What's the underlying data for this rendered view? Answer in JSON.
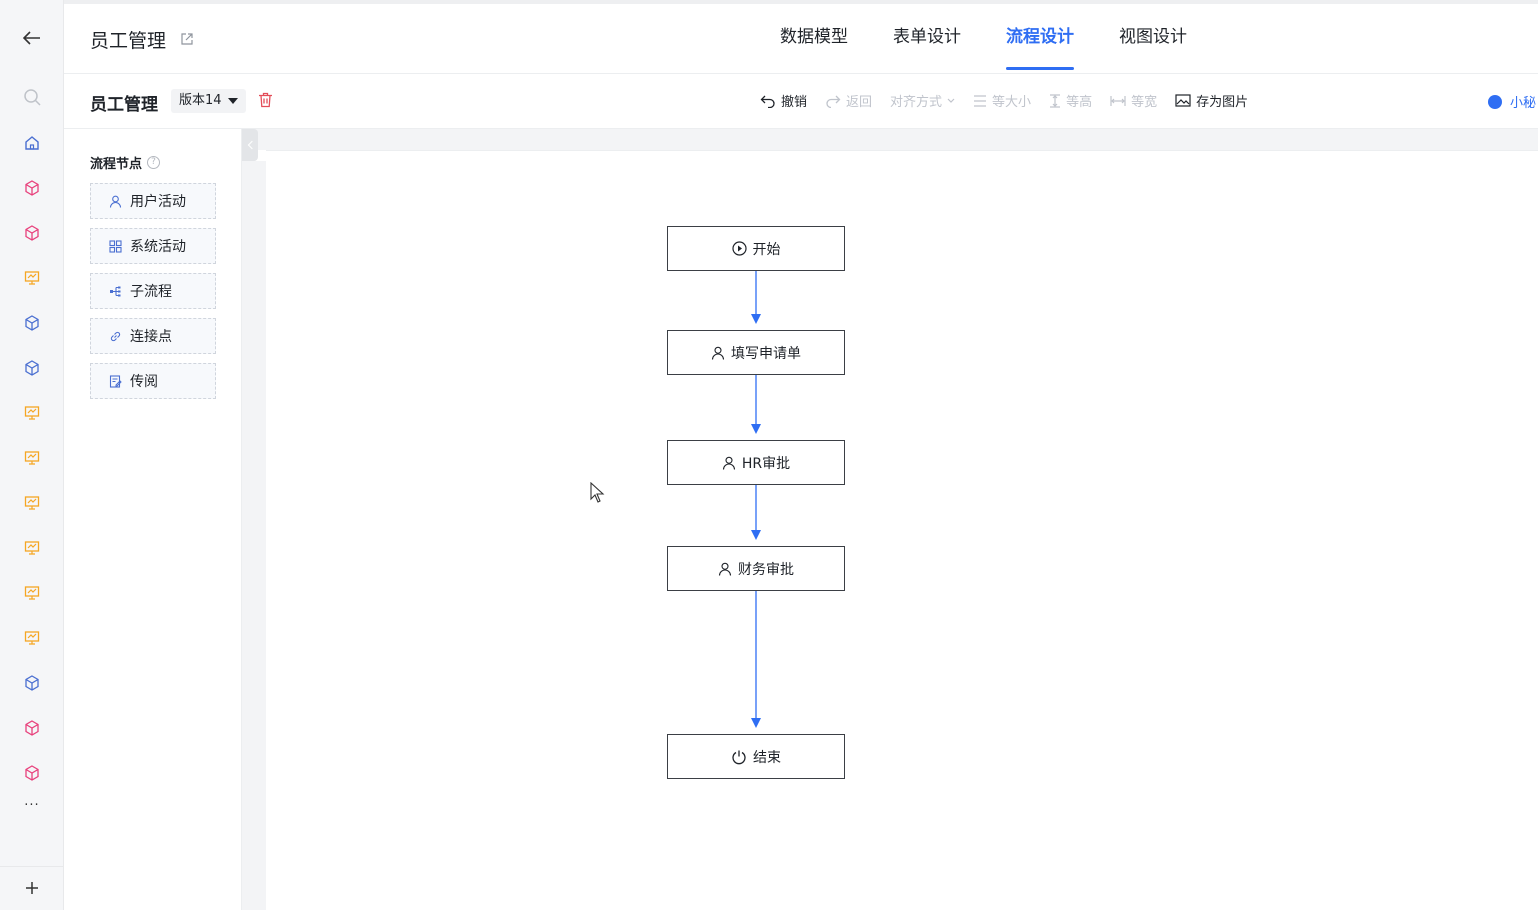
{
  "header": {
    "app_title": "员工管理",
    "tabs": [
      {
        "label": "数据模型",
        "active": false
      },
      {
        "label": "表单设计",
        "active": false
      },
      {
        "label": "流程设计",
        "active": true
      },
      {
        "label": "视图设计",
        "active": false
      }
    ]
  },
  "toolbar": {
    "flow_name": "员工管理",
    "version": "版本14",
    "undo": "撤销",
    "redo": "返回",
    "align": "对齐方式",
    "same_size": "等大小",
    "same_height": "等高",
    "same_width": "等宽",
    "save_image": "存为图片",
    "user": "小秘"
  },
  "panel": {
    "title": "流程节点",
    "help": "?",
    "nodes": [
      {
        "label": "用户活动",
        "icon": "user-icon"
      },
      {
        "label": "系统活动",
        "icon": "grid-icon"
      },
      {
        "label": "子流程",
        "icon": "subprocess-icon"
      },
      {
        "label": "连接点",
        "icon": "link-icon"
      },
      {
        "label": "传阅",
        "icon": "document-icon"
      }
    ]
  },
  "rail": {
    "more": "···",
    "add": "+"
  },
  "flow": {
    "nodes": [
      {
        "label": "开始",
        "icon": "play-circle-icon"
      },
      {
        "label": "填写申请单",
        "icon": "user-icon"
      },
      {
        "label": "HR审批",
        "icon": "user-icon"
      },
      {
        "label": "财务审批",
        "icon": "user-icon"
      },
      {
        "label": "结束",
        "icon": "power-icon"
      }
    ]
  },
  "colors": {
    "accent": "#2f6ef3",
    "danger": "#e34d59",
    "app_pink": "#e8417c",
    "app_blue": "#4a6fd1",
    "app_orange": "#f5a623"
  }
}
